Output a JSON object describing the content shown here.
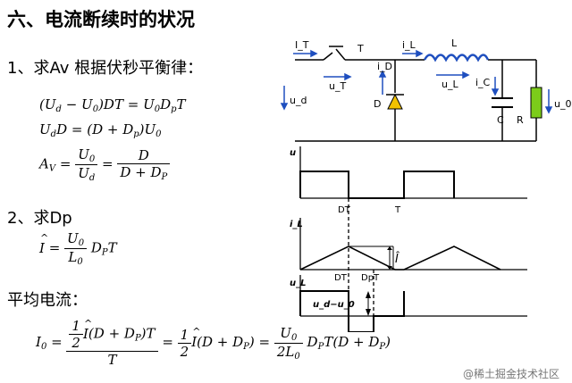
{
  "heading": "六、电流断续时的状况",
  "section1": "1、求Av  根据伏秒平衡律：",
  "section2": "2、求Dp",
  "section3": "平均电流：",
  "eq1": "(U_d − U_0)DT = U_0D_pT",
  "eq2": "U_dD = (D + D_p)U_0",
  "eq3_lhs": "A_V =",
  "eq3_f1_num": "U_0",
  "eq3_f1_den": "U_d",
  "eq3_f2_num": "D",
  "eq3_f2_den": "D + D_P",
  "eq4_num": "U_0",
  "eq4_den": "L_0",
  "eq4_rest": "D_PT",
  "eq5_half": "1/2",
  "eq5_num_rest": "Î(D + D_p)T",
  "eq5_den": "T",
  "eq5_mid": "Î(D + D_p) =",
  "eq5_f_num": "U_0",
  "eq5_f_den": "2L_0",
  "eq5_rest": "D_PT(D + D_p)",
  "circuit": {
    "iT": "I_T",
    "T": "T",
    "uT": "u_T",
    "iL": "i_L",
    "L": "L",
    "uL": "u_L",
    "iD": "i_D",
    "D": "D",
    "iC": "i_C",
    "C": "C",
    "R": "R",
    "ud": "u_d",
    "u0": "u_0"
  },
  "waveforms": {
    "u_label": "u",
    "iL_label": "i_L",
    "uL_label": "u_L",
    "DT": "DT",
    "T": "T",
    "DpT": "DpT",
    "Ihat": "Î",
    "ud_minus_u0": "u_d−u_0"
  },
  "watermark": "@稀土掘金技术社区",
  "colors": {
    "circuit_blue": "#1f4fbf",
    "diode_fill": "#f2c200",
    "resistor_fill": "#7ccc1a"
  }
}
